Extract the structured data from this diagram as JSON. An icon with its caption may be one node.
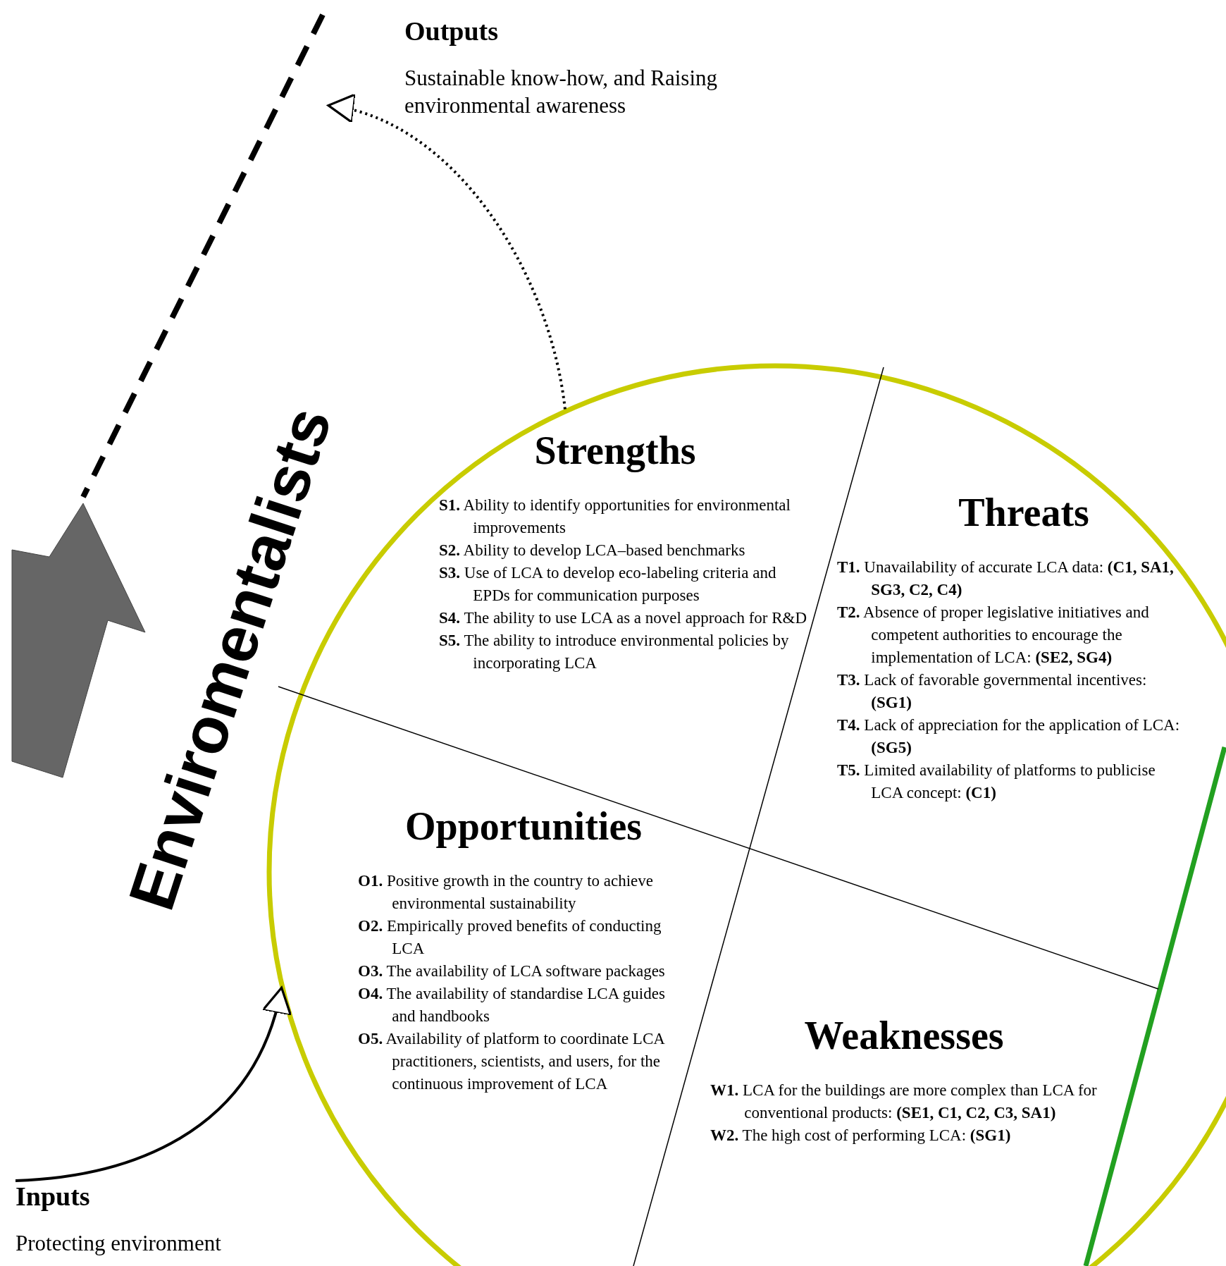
{
  "diagram": {
    "nodes": [
      {
        "text": [
          "Outputs",
          "Sustainable know-how, and Raising environmental awareness"
        ]
      },
      {
        "text": [],
        "shape": "circle"
      },
      {
        "text": [
          "Strengths",
          "**S1.** Ability to identify opportunities for environmental improvements",
          "**S2.** Ability to develop LCA–based benchmarks",
          "**S3.** Use of LCA to develop eco-labeling criteria and EPDs for communication purposes",
          "**S4.** The ability to use LCA as a novel approach for R&D",
          "**S5.** The ability to introduce environmental policies by incorporating LCA"
        ],
        "in": 1
      },
      {
        "text": [
          "Threats",
          "**T1.** Unavailability of accurate LCA data: **(C1, SA1, SG3, C2, C4)**",
          "**T2.** Absence of proper legislative initiatives and competent authorities to encourage the implementation of LCA: **(SE2, SG4)**",
          "**T3.** Lack of favorable governmental incentives: **(SG1)**",
          "**T4.** Lack of appreciation for the application of LCA: **(SG5)**",
          "**T5.** Limited availability of platforms to publicise LCA concept: **(C1)**"
        ],
        "in": 1
      },
      {
        "text": [
          "Opportunities",
          "**O1.** Positive growth in the country to achieve environmental sustainability",
          "**O2.** Empirically proved benefits of conducting LCA",
          "**O3.** The availability of LCA software packages",
          "**O4.** The availability of standardise LCA guides and handbooks",
          "**O5.** Availability of platform to coordinate LCA practitioners, scientists, and users, for the continuous improvement of LCA"
        ],
        "in": 1
      },
      {
        "text": [
          "Weaknesses",
          "**W1.** LCA for the buildings are more complex than LCA for conventional products: **(SE1, C1, C2, C3, SA1)**",
          "**W2.** The high cost of performing LCA: **(SG1)**"
        ],
        "in": 1
      },
      {
        "text": [
          "Inputs",
          "Protecting environment"
        ]
      }
    ],
    "edges": [
      {
        "from": 6,
        "to": 1,
        "arrow": "to"
      },
      {
        "from": 1,
        "to": 0,
        "arrow": "to",
        "style": "dashed"
      }
    ],
    "labels": [
      "Enviromentalists"
    ]
  }
}
